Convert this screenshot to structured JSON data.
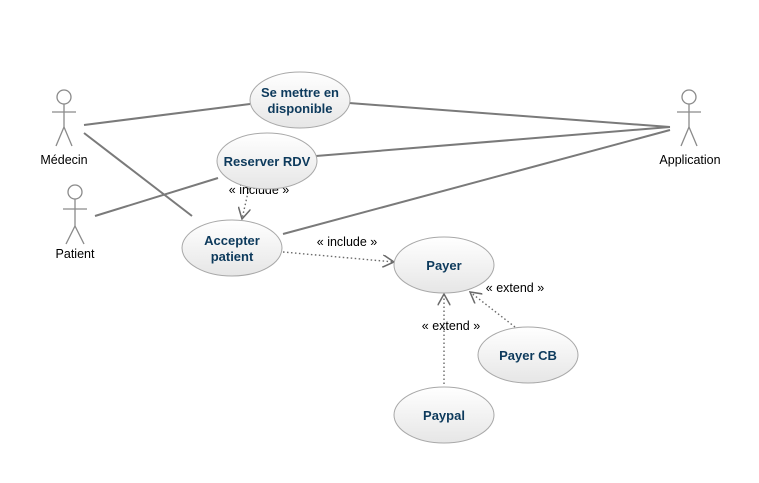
{
  "actors": {
    "medecin": "Médecin",
    "patient": "Patient",
    "application": "Application"
  },
  "use_cases": {
    "disponible_line1": "Se mettre en",
    "disponible_line2": "disponible",
    "reserver": "Reserver RDV",
    "accepter_line1": "Accepter",
    "accepter_line2": "patient",
    "payer": "Payer",
    "payer_cb": "Payer CB",
    "paypal": "Paypal"
  },
  "relations": {
    "include_1": "« include »",
    "include_2": "« include »",
    "extend_1": "« extend »",
    "extend_2": "« extend »"
  },
  "colors": {
    "ellipse_fill_top": "#ffffff",
    "ellipse_fill_bottom": "#e8e8e8",
    "ellipse_stroke": "#a8a8a8",
    "line": "#7a7a7a",
    "label": "#0d3a5c"
  }
}
